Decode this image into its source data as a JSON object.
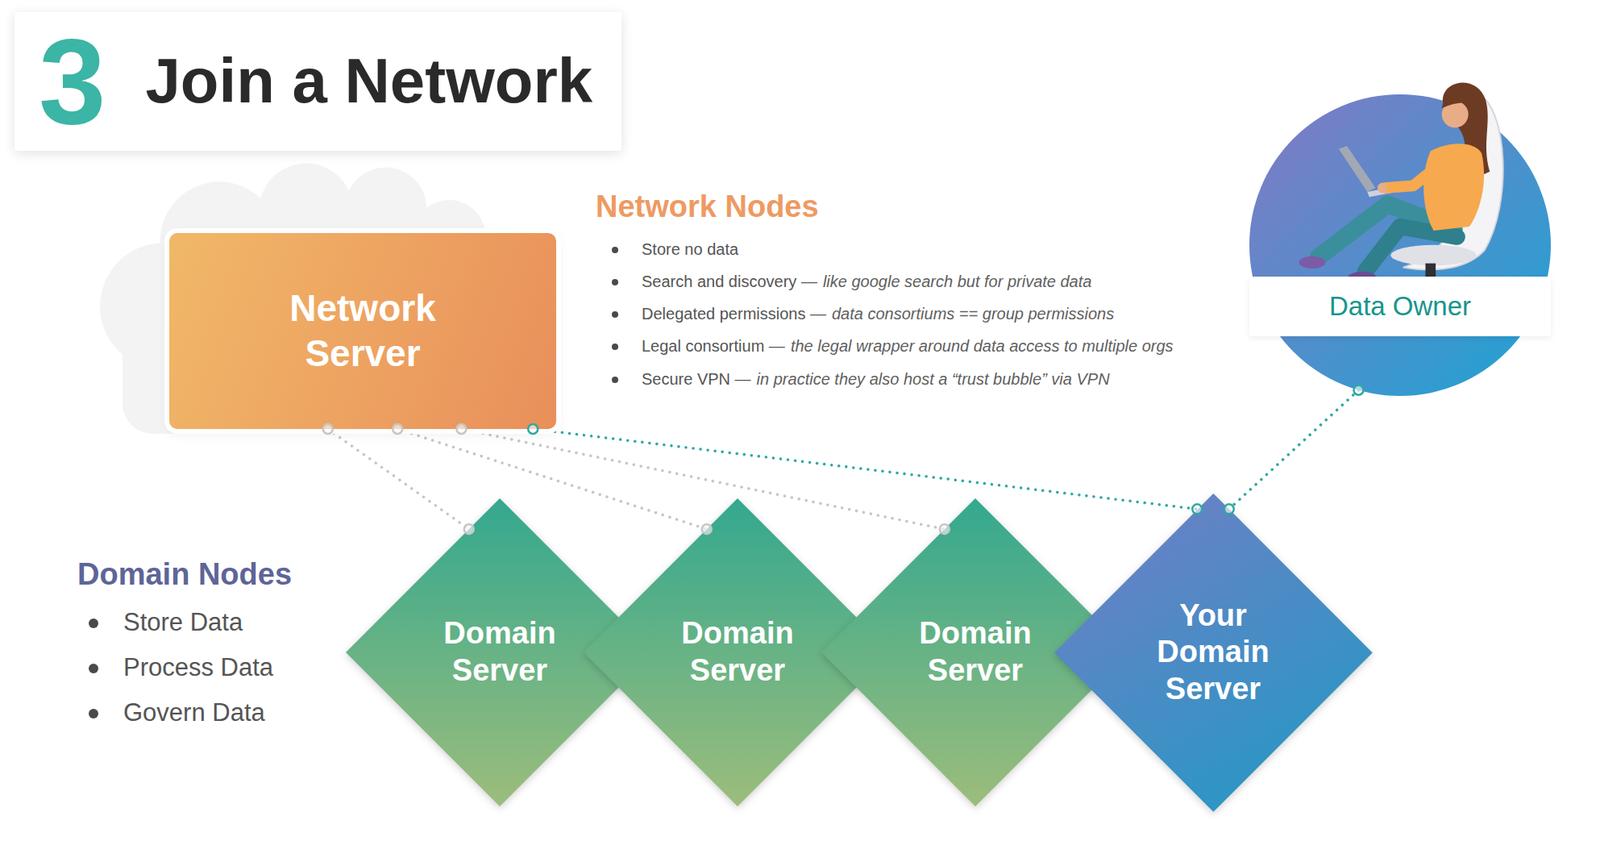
{
  "diagram": {
    "title": "Join a Network",
    "nodes": [
      {
        "text": [
          "Network Server"
        ]
      },
      {
        "text": [
          "Data Owner"
        ]
      },
      {
        "text": [
          "Domain Server"
        ]
      },
      {
        "text": [
          "Domain Server"
        ]
      },
      {
        "text": [
          "Domain Server"
        ]
      },
      {
        "text": [
          "Your Domain Server"
        ]
      }
    ],
    "edges": [
      {
        "from": 0,
        "to": 2,
        "arrow": "none"
      },
      {
        "from": 0,
        "to": 3,
        "arrow": "none"
      },
      {
        "from": 0,
        "to": 4,
        "arrow": "none"
      },
      {
        "from": 0,
        "to": 5,
        "arrow": "none"
      },
      {
        "from": 1,
        "to": 5,
        "arrow": "none"
      }
    ],
    "labels": [
      "3",
      "Network Nodes",
      "Store no data",
      "Search and discovery —",
      "like google search but for private data",
      "Delegated permissions —",
      "data consortiums == group permissions",
      "Legal consortium —",
      "the legal wrapper around data access to multiple orgs",
      "Secure VPN —",
      "in practice they also host a “trust bubble” via VPN",
      "Domain Nodes",
      "Store Data",
      "Process Data",
      "Govern Data"
    ]
  }
}
